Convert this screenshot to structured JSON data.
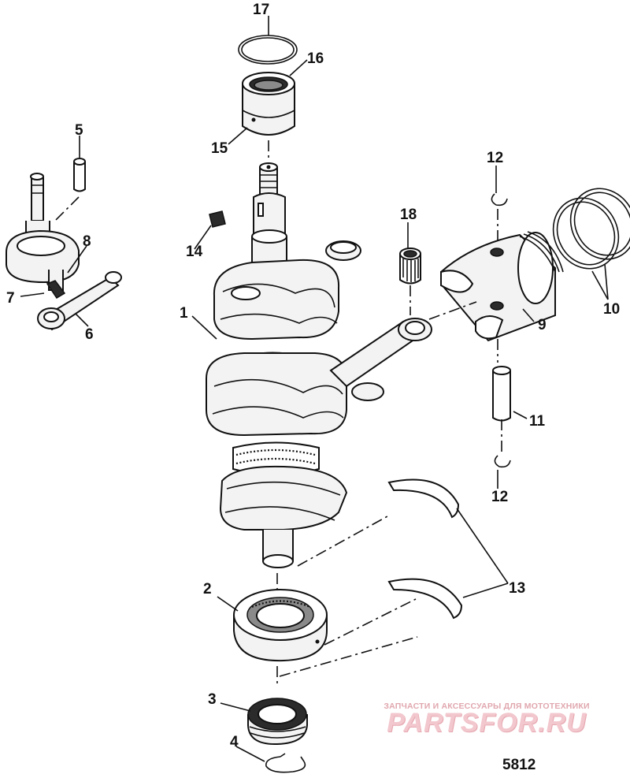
{
  "figure_number": "5812",
  "watermark": {
    "top_text": "ЗАПЧАСТИ И АКСЕССУАРЫ ДЛЯ МОТОТЕХНИКИ",
    "brand": "PARTSFOR.RU"
  },
  "callouts": {
    "c1": "1",
    "c2": "2",
    "c3": "3",
    "c4": "4",
    "c5": "5",
    "c6": "6",
    "c7": "7",
    "c8": "8",
    "c9": "9",
    "c10": "10",
    "c11": "11",
    "c12a": "12",
    "c12b": "12",
    "c13": "13",
    "c14": "14",
    "c15": "15",
    "c16": "16",
    "c17": "17",
    "c18": "18"
  }
}
